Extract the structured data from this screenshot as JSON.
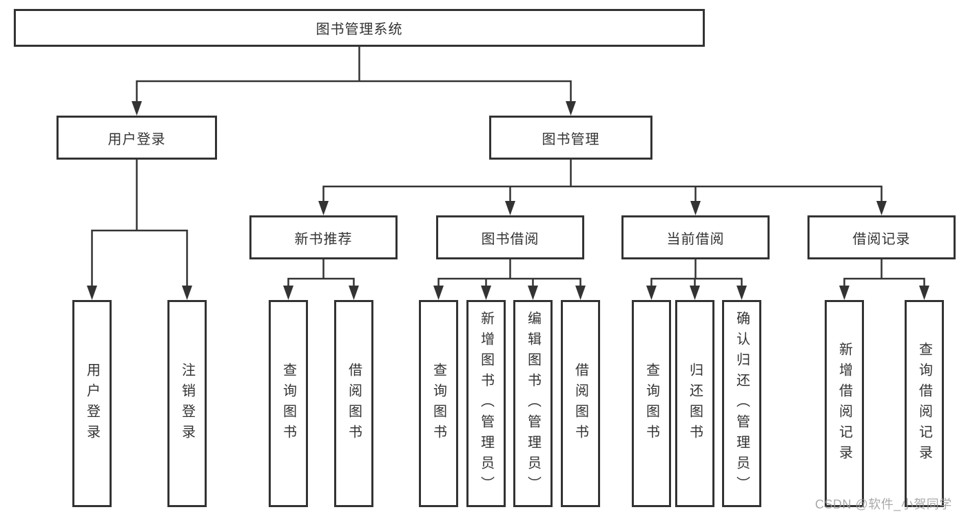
{
  "diagram": {
    "root": {
      "label": "图书管理系统"
    },
    "level2": [
      {
        "label": "用户登录"
      },
      {
        "label": "图书管理"
      }
    ],
    "level3": [
      {
        "label": "新书推荐",
        "parent": "图书管理"
      },
      {
        "label": "图书借阅",
        "parent": "图书管理"
      },
      {
        "label": "当前借阅",
        "parent": "图书管理"
      },
      {
        "label": "借阅记录",
        "parent": "图书管理"
      }
    ],
    "leaves": [
      {
        "label": "用户登录",
        "parent": "用户登录"
      },
      {
        "label": "注销登录",
        "parent": "用户登录"
      },
      {
        "label": "查询图书",
        "parent": "新书推荐"
      },
      {
        "label": "借阅图书",
        "parent": "新书推荐"
      },
      {
        "label": "查询图书",
        "parent": "图书借阅"
      },
      {
        "label": "新增图书（管理员）",
        "parent": "图书借阅"
      },
      {
        "label": "编辑图书（管理员）",
        "parent": "图书借阅"
      },
      {
        "label": "借阅图书",
        "parent": "图书借阅"
      },
      {
        "label": "查询图书",
        "parent": "当前借阅"
      },
      {
        "label": "归还图书",
        "parent": "当前借阅"
      },
      {
        "label": "确认归还（管理员）",
        "parent": "当前借阅"
      },
      {
        "label": "新增借阅记录",
        "parent": "借阅记录"
      },
      {
        "label": "查询借阅记录",
        "parent": "借阅记录"
      }
    ],
    "colors": {
      "line": "#333333",
      "box_border": "#333333",
      "text": "#333333",
      "background": "#ffffff",
      "watermark": "#9b9b9b"
    }
  },
  "watermark": {
    "text": "CSDN @软件_小贺同学"
  }
}
